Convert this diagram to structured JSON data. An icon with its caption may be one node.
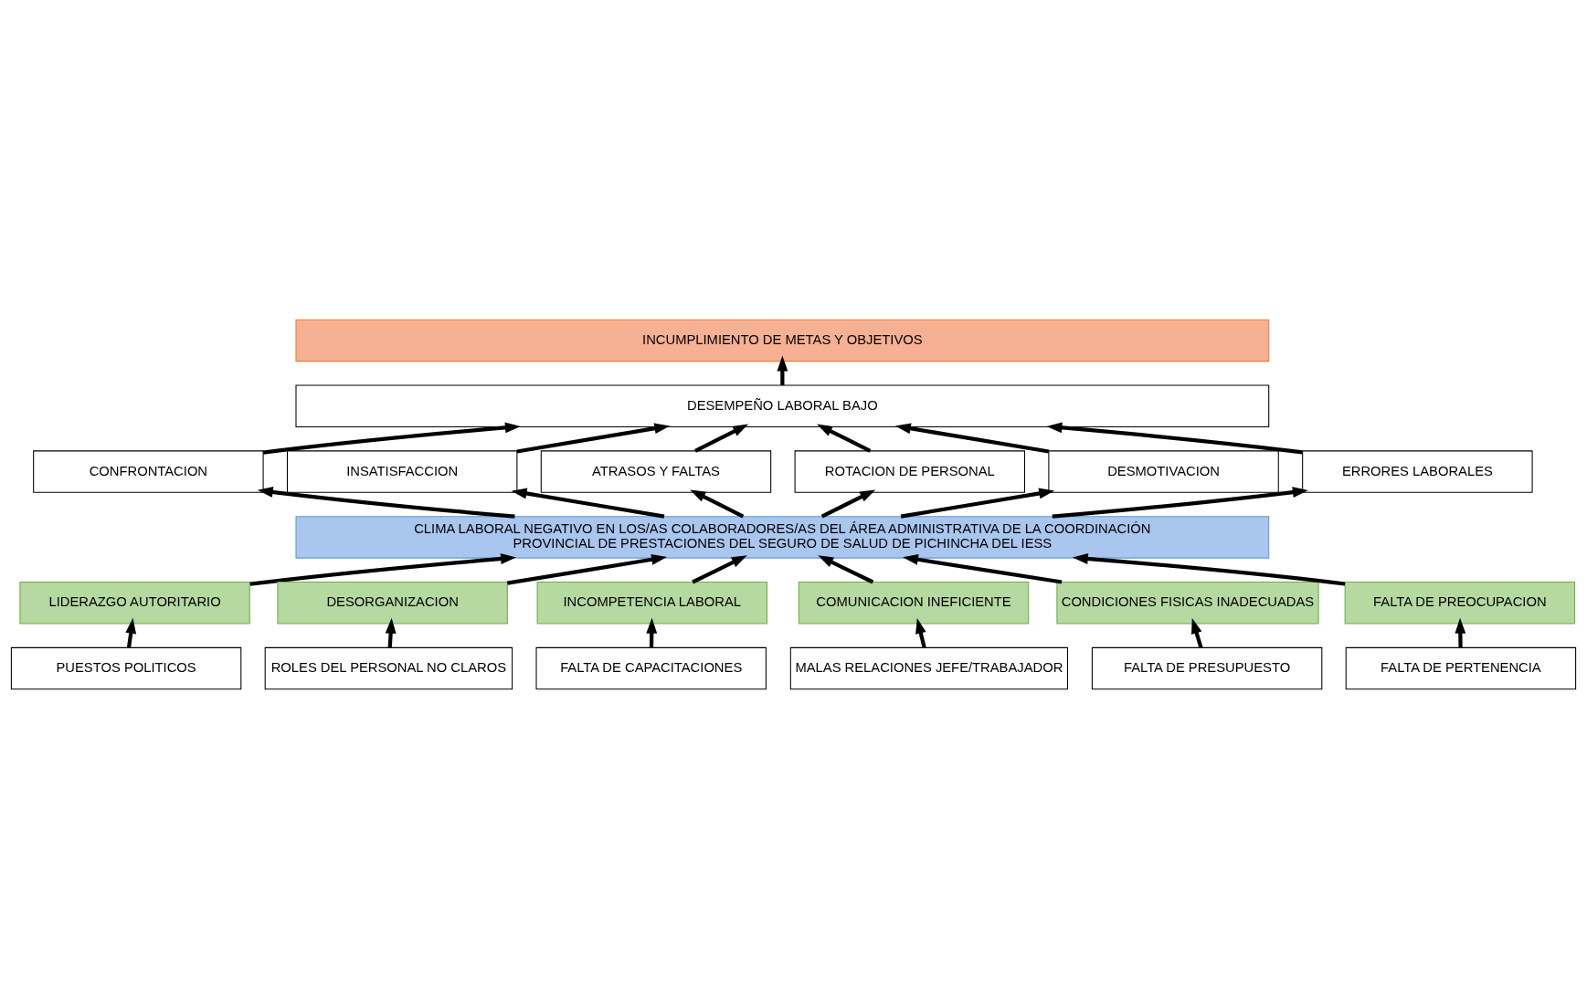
{
  "diagram": {
    "nodes": [
      {
        "text": [
          "INCUMPLIMIENTO DE METAS Y OBJETIVOS"
        ]
      },
      {
        "text": [
          "DESEMPEÑO LABORAL BAJO"
        ]
      },
      {
        "text": [
          "CONFRONTACION"
        ]
      },
      {
        "text": [
          "INSATISFACCION"
        ]
      },
      {
        "text": [
          "ATRASOS Y FALTAS"
        ]
      },
      {
        "text": [
          "ROTACION DE PERSONAL"
        ]
      },
      {
        "text": [
          "DESMOTIVACION"
        ]
      },
      {
        "text": [
          "ERRORES LABORALES"
        ]
      },
      {
        "text": [
          "CLIMA LABORAL NEGATIVO EN LOS/AS COLABORADORES/AS DEL ÁREA ADMINISTRATIVA DE LA COORDINACIÓN PROVINCIAL DE PRESTACIONES DEL SEGURO DE SALUD DE PICHINCHA DEL IESS"
        ]
      },
      {
        "text": [
          "LIDERAZGO AUTORITARIO"
        ]
      },
      {
        "text": [
          "DESORGANIZACION"
        ]
      },
      {
        "text": [
          "INCOMPETENCIA LABORAL"
        ]
      },
      {
        "text": [
          "COMUNICACION INEFICIENTE"
        ]
      },
      {
        "text": [
          "CONDICIONES FISICAS INADECUADAS"
        ]
      },
      {
        "text": [
          "FALTA DE PREOCUPACION"
        ]
      },
      {
        "text": [
          "PUESTOS POLITICOS"
        ]
      },
      {
        "text": [
          "ROLES DEL PERSONAL NO CLAROS"
        ]
      },
      {
        "text": [
          "FALTA DE CAPACITACIONES"
        ]
      },
      {
        "text": [
          "MALAS RELACIONES JEFE/TRABAJADOR"
        ]
      },
      {
        "text": [
          "FALTA DE PRESUPUESTO"
        ]
      },
      {
        "text": [
          "FALTA DE PERTENENCIA"
        ]
      }
    ],
    "edges": [
      {
        "from": 1,
        "to": 0,
        "arrow": "to"
      },
      {
        "from": 5,
        "to": 1,
        "arrow": "to"
      },
      {
        "from": 2,
        "to": 1,
        "arrow": "to"
      },
      {
        "from": 6,
        "to": 1,
        "arrow": "to"
      },
      {
        "from": 3,
        "to": 1,
        "arrow": "to"
      },
      {
        "from": 7,
        "to": 1,
        "arrow": "to"
      },
      {
        "from": 4,
        "to": 1,
        "arrow": "to"
      },
      {
        "from": 8,
        "to": 5,
        "arrow": "to"
      },
      {
        "from": 8,
        "to": 2,
        "arrow": "to"
      },
      {
        "from": 8,
        "to": 6,
        "arrow": "to"
      },
      {
        "from": 8,
        "to": 3,
        "arrow": "to"
      },
      {
        "from": 8,
        "to": 7,
        "arrow": "to"
      },
      {
        "from": 8,
        "to": 4,
        "arrow": "to"
      },
      {
        "from": 9,
        "to": 8,
        "arrow": "to"
      },
      {
        "from": 12,
        "to": 8,
        "arrow": "to"
      },
      {
        "from": 10,
        "to": 8,
        "arrow": "to"
      },
      {
        "from": 13,
        "to": 8,
        "arrow": "to"
      },
      {
        "from": 11,
        "to": 8,
        "arrow": "to"
      },
      {
        "from": 14,
        "to": 8,
        "arrow": "to"
      },
      {
        "from": 15,
        "to": 9,
        "arrow": "to"
      },
      {
        "from": 18,
        "to": 12,
        "arrow": "to"
      },
      {
        "from": 16,
        "to": 10,
        "arrow": "to"
      },
      {
        "from": 19,
        "to": 13,
        "arrow": "to"
      },
      {
        "from": 17,
        "to": 11,
        "arrow": "to"
      },
      {
        "from": 20,
        "to": 14,
        "arrow": "to"
      }
    ]
  }
}
